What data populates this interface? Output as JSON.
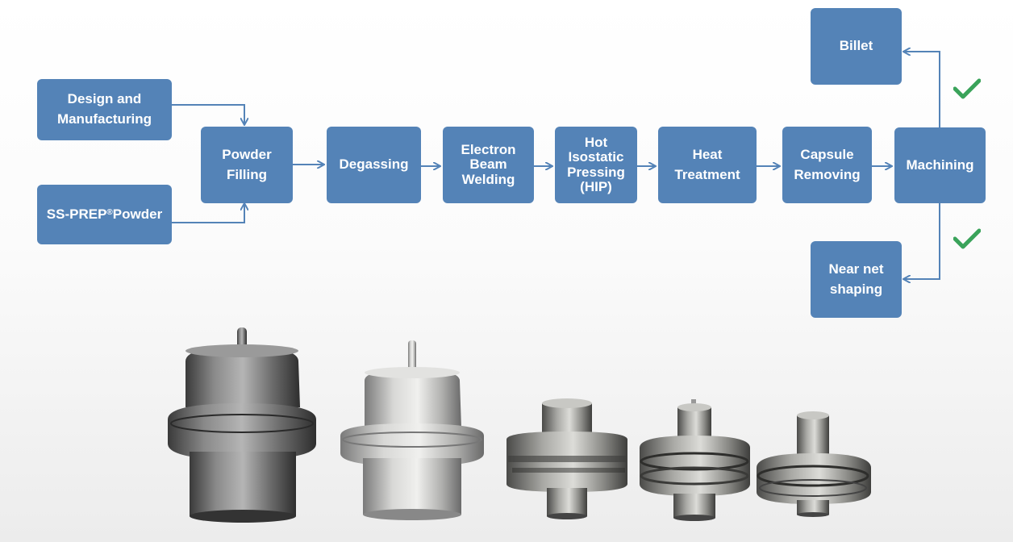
{
  "flow": {
    "design": "Design and\nManufacturing",
    "powder_name": "SS-PREP",
    "powder_reg": "®",
    "powder_word": "Powder",
    "powder_filling": "Powder\nFilling",
    "degassing": "Degassing",
    "ebw": "Electron\nBeam\nWelding",
    "hip": "Hot\nIsostatic\nPressing\n(HIP)",
    "heat": "Heat\nTreatment",
    "capsule": "Capsule\nRemoving",
    "machining": "Machining",
    "billet": "Billet",
    "near_net": "Near net\nshaping"
  },
  "colors": {
    "box": "#5483b7",
    "arrow": "#5483b7",
    "check": "#3aa35a"
  },
  "photos": [
    {
      "name": "capsule-large",
      "finish": "dark-steel"
    },
    {
      "name": "capsule-polished",
      "finish": "bright-steel"
    },
    {
      "name": "machined-part-1",
      "finish": "machined"
    },
    {
      "name": "machined-part-2",
      "finish": "machined"
    },
    {
      "name": "machined-part-3",
      "finish": "machined"
    }
  ]
}
